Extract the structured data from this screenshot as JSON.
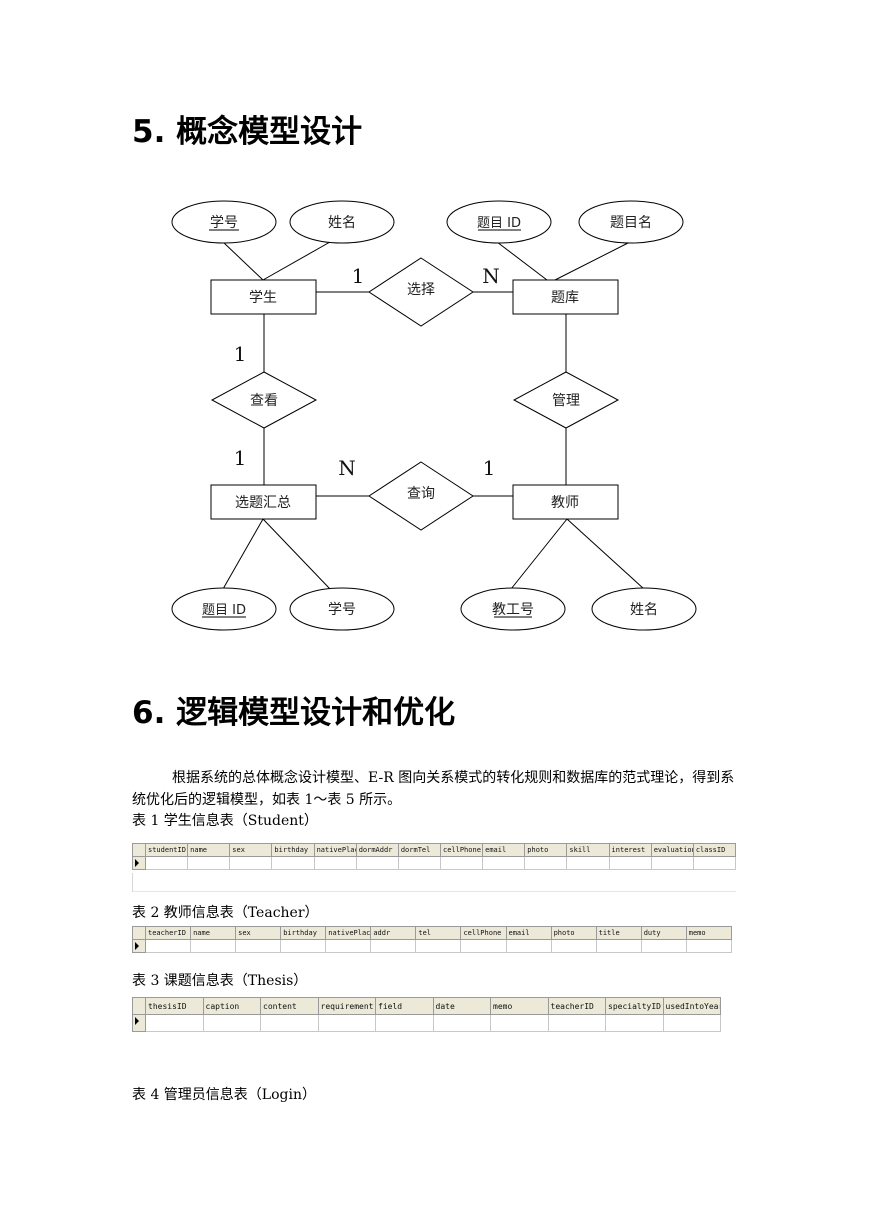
{
  "section5": {
    "number": "5.",
    "title": "概念模型设计"
  },
  "er": {
    "entities": {
      "student": "学生",
      "bank": "题库",
      "summary": "选题汇总",
      "teacher": "教师"
    },
    "relations": {
      "select": "选择",
      "view": "查看",
      "manage": "管理",
      "query": "查询"
    },
    "attributes": {
      "student_id": "学号",
      "student_name": "姓名",
      "bank_id": "题目 ID",
      "bank_name": "题目名",
      "summary_id": "题目 ID",
      "summary_sid": "学号",
      "teacher_id": "教工号",
      "teacher_name": "姓名"
    },
    "cardinality": {
      "select_left": "1",
      "select_right": "N",
      "view_top": "1",
      "view_bottom": "1",
      "query_left": "N",
      "query_right": "1"
    }
  },
  "section6": {
    "number": "6.",
    "title": "逻辑模型设计和优化"
  },
  "paragraph": "根据系统的总体概念设计模型、E-R 图向关系模式的转化规则和数据库的范式理论，得到系统优化后的逻辑模型，如表 1～表 5 所示。",
  "tables": {
    "t1": {
      "caption": "表 1  学生信息表（Student）",
      "columns": [
        "studentID",
        "name",
        "sex",
        "birthday",
        "nativePlace",
        "dormAddr",
        "dormTel",
        "cellPhone",
        "email",
        "photo",
        "skill",
        "interest",
        "evaluation",
        "classID"
      ]
    },
    "t2": {
      "caption": "表 2  教师信息表（Teacher）",
      "columns": [
        "teacherID",
        "name",
        "sex",
        "birthday",
        "nativePlace",
        "addr",
        "tel",
        "cellPhone",
        "email",
        "photo",
        "title",
        "duty",
        "memo"
      ]
    },
    "t3": {
      "caption": "表 3  课题信息表（Thesis）",
      "columns": [
        "thesisID",
        "caption",
        "content",
        "requirement",
        "field",
        "date",
        "memo",
        "teacherID",
        "specialtyID",
        "usedIntoYear"
      ]
    },
    "t4": {
      "caption": "表 4 管理员信息表（Login）"
    }
  }
}
